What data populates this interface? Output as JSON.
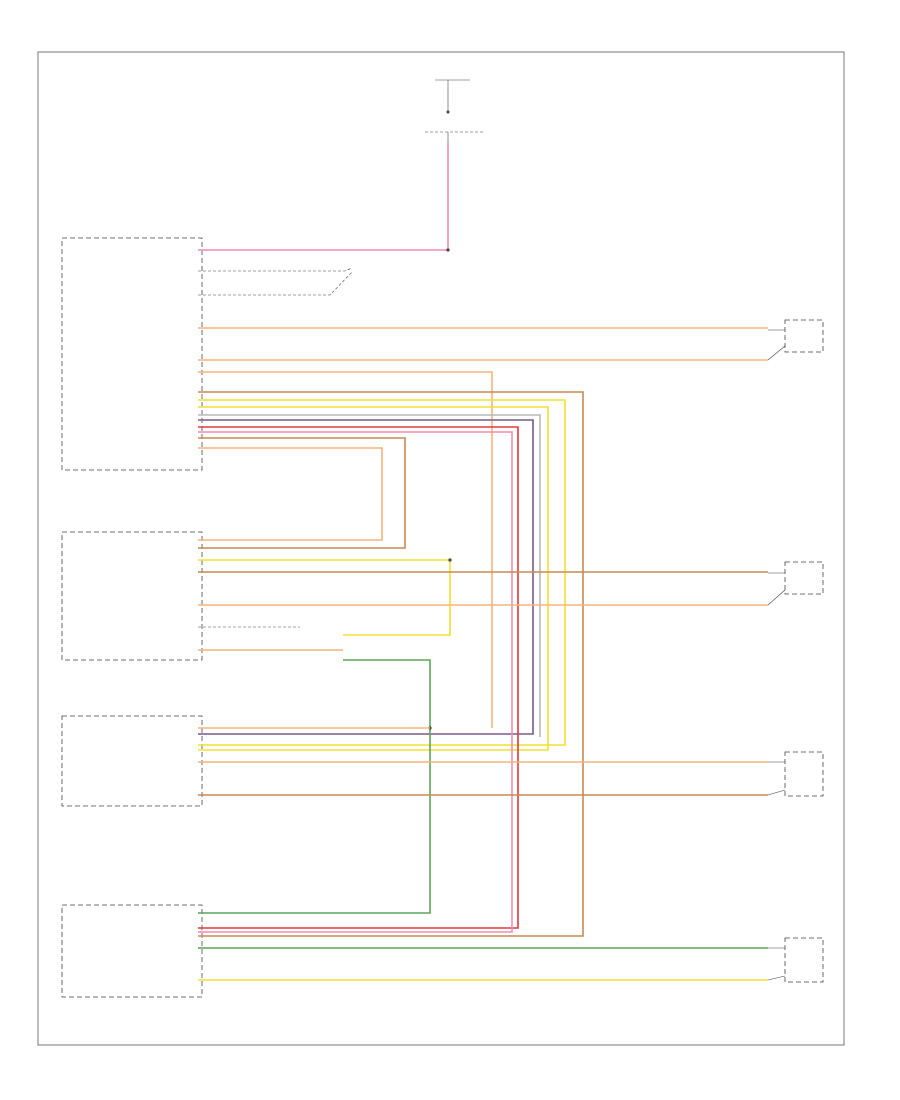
{
  "diagram": {
    "footer_code": "",
    "colors": {
      "pink": "#f08cb4",
      "orange": "#f4b37c",
      "brown": "#c88a50",
      "yellow": "#f0e030",
      "red": "#e03b3b",
      "purple": "#7a5a8c",
      "green": "#5aa65a",
      "gray": "#b8b8b8"
    },
    "blocks": [
      {
        "id": "driver-master",
        "caption": "",
        "connectors": [
          "",
          "",
          "",
          "",
          "",
          "",
          "",
          "",
          "",
          "",
          "",
          "",
          "",
          ""
        ]
      },
      {
        "id": "passenger-front",
        "caption": "",
        "connectors": [
          "",
          "",
          "",
          "",
          "",
          "",
          "",
          ""
        ]
      },
      {
        "id": "right-rear",
        "caption": "",
        "connectors": [
          "",
          "",
          "",
          "",
          ""
        ]
      },
      {
        "id": "left-rear",
        "caption": "",
        "connectors": [
          "",
          "",
          "",
          "",
          ""
        ]
      }
    ],
    "fuse_block": {
      "name": "",
      "note": ""
    },
    "motors": [
      {
        "id": "lf-motor",
        "caption": ""
      },
      {
        "id": "rf-motor",
        "caption": ""
      },
      {
        "id": "rr-motor",
        "caption": ""
      },
      {
        "id": "lr-motor",
        "caption": ""
      }
    ],
    "ground_note": "",
    "splice_labels": [
      "",
      ""
    ]
  }
}
